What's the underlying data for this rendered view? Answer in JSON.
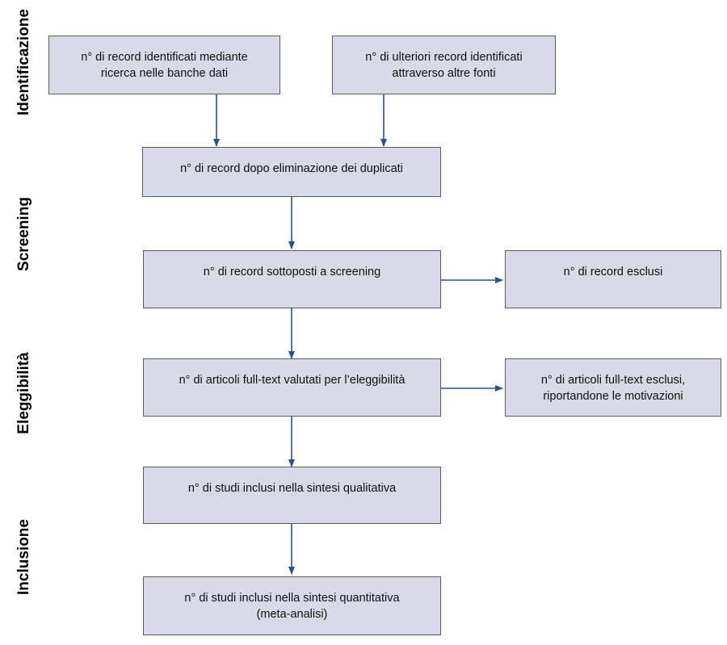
{
  "stages": {
    "identification": "Identificazione",
    "screening": "Screening",
    "eligibility": "Eleggibilità",
    "inclusion": "Inclusione"
  },
  "boxes": {
    "records_databases": "n° di record identificati mediante\nricerca nelle banche dati",
    "records_other_sources": "n° di ulteriori record identificati\nattraverso altre fonti",
    "records_after_duplicates": "n° di record dopo eliminazione dei duplicati",
    "records_screened": "n° di record sottoposti  a screening",
    "records_excluded": "n° di record esclusi",
    "fulltext_assessed": "n° di articoli full-text valutati per l’eleggibilità",
    "fulltext_excluded": "n° di articoli full-text esclusi,\nriportandone le motivazioni",
    "studies_qualitative": "n° di studi inclusi nella sintesi qualitativa",
    "studies_quantitative": "n° di studi inclusi nella sintesi quantitativa\n(meta-analisi)"
  },
  "colors": {
    "box_fill": "#d9dae8",
    "box_border": "#595b66",
    "arrow": "#2f4f8a"
  }
}
